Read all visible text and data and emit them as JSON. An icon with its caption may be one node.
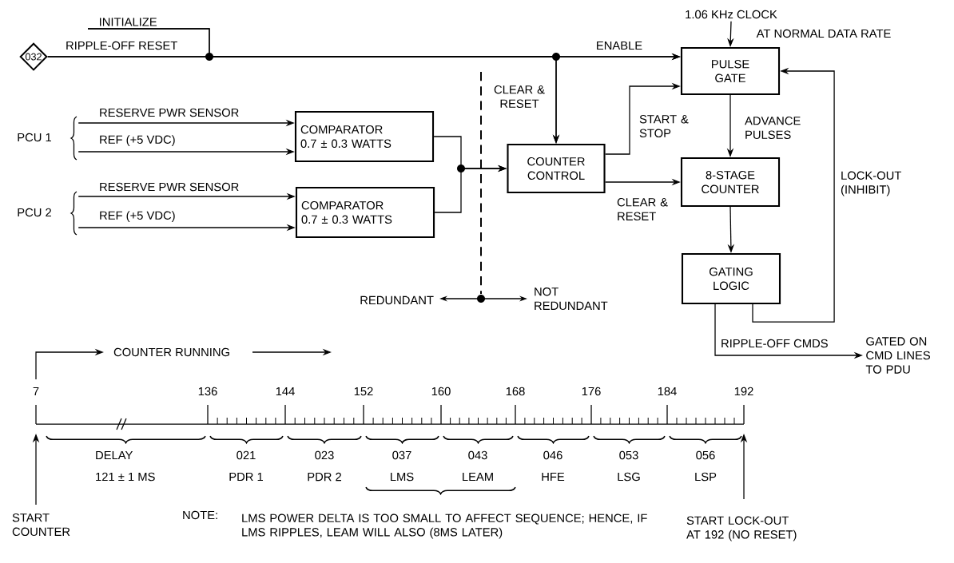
{
  "diagram": {
    "nodes": [
      {
        "text": [
          "032"
        ]
      },
      {
        "text": [
          "COMPARATOR",
          "0.7 ± 0.3 WATTS"
        ]
      },
      {
        "text": [
          "COMPARATOR",
          "0.7 ± 0.3 WATTS"
        ]
      },
      {
        "text": [
          "COUNTER CONTROL"
        ]
      },
      {
        "text": [
          "PULSE GATE"
        ]
      },
      {
        "text": [
          "8-STAGE COUNTER"
        ]
      },
      {
        "text": [
          "GATING LOGIC"
        ]
      },
      {
        "text": [
          "PCU 1"
        ]
      },
      {
        "text": [
          "PCU 2"
        ]
      },
      {
        "text": [
          "INITIALIZE"
        ]
      },
      {
        "text": [
          "1.06 KHz CLOCK"
        ],
        "beside": [
          "AT NORMAL DATA RATE"
        ]
      },
      {
        "text": [
          "GATED ON CMD LINES TO PDU"
        ]
      }
    ],
    "edges": [
      {
        "from": 0,
        "to": 4,
        "arrow": "to",
        "label": "ENABLE"
      },
      {
        "from": 0,
        "to": 3,
        "arrow": "to",
        "label": "CLEAR & RESET"
      },
      {
        "from": 9,
        "to": 4,
        "arrow": "to"
      },
      {
        "from": 9,
        "to": 3,
        "arrow": "to"
      },
      {
        "from": 7,
        "to": 1,
        "arrow": "to",
        "label": "RESERVE PWR SENSOR"
      },
      {
        "from": 7,
        "to": 1,
        "arrow": "to",
        "label": "REF (+5 VDC)"
      },
      {
        "from": 8,
        "to": 2,
        "arrow": "to",
        "label": "RESERVE PWR SENSOR"
      },
      {
        "from": 8,
        "to": 2,
        "arrow": "to",
        "label": "REF (+5 VDC)"
      },
      {
        "from": 1,
        "to": 3,
        "arrow": "to"
      },
      {
        "from": 2,
        "to": 3,
        "arrow": "to"
      },
      {
        "from": 3,
        "to": 4,
        "arrow": "to",
        "label": "START & STOP"
      },
      {
        "from": 3,
        "to": 5,
        "arrow": "to",
        "label": "CLEAR & RESET"
      },
      {
        "from": 4,
        "to": 5,
        "arrow": "to",
        "label": "ADVANCE PULSES"
      },
      {
        "from": 5,
        "to": 6,
        "arrow": "to"
      },
      {
        "from": 6,
        "to": 4,
        "arrow": "to",
        "label": "LOCK-OUT (INHIBIT)"
      },
      {
        "from": 6,
        "to": 11,
        "arrow": "to",
        "label": "RIPPLE-OFF CMDS"
      },
      {
        "from": 10,
        "to": 4,
        "arrow": "to"
      }
    ],
    "labels": [
      "RIPPLE-OFF RESET",
      "REDUNDANT",
      "NOT REDUNDANT",
      "COUNTER RUNNING",
      "7",
      "136",
      "144",
      "152",
      "160",
      "168",
      "176",
      "184",
      "192",
      "DELAY",
      "121 ± 1 MS",
      "021",
      "PDR 1",
      "023",
      "PDR 2",
      "037",
      "LMS",
      "043",
      "LEAM",
      "046",
      "HFE",
      "053",
      "LSG",
      "056",
      "LSP",
      "START COUNTER",
      "NOTE:",
      "LMS POWER DELTA IS TOO SMALL TO AFFECT SEQUENCE; HENCE, IF LMS RIPPLES, LEAM WILL ALSO (8MS LATER)",
      "START LOCK-OUT AT 192 (NO RESET)"
    ]
  }
}
